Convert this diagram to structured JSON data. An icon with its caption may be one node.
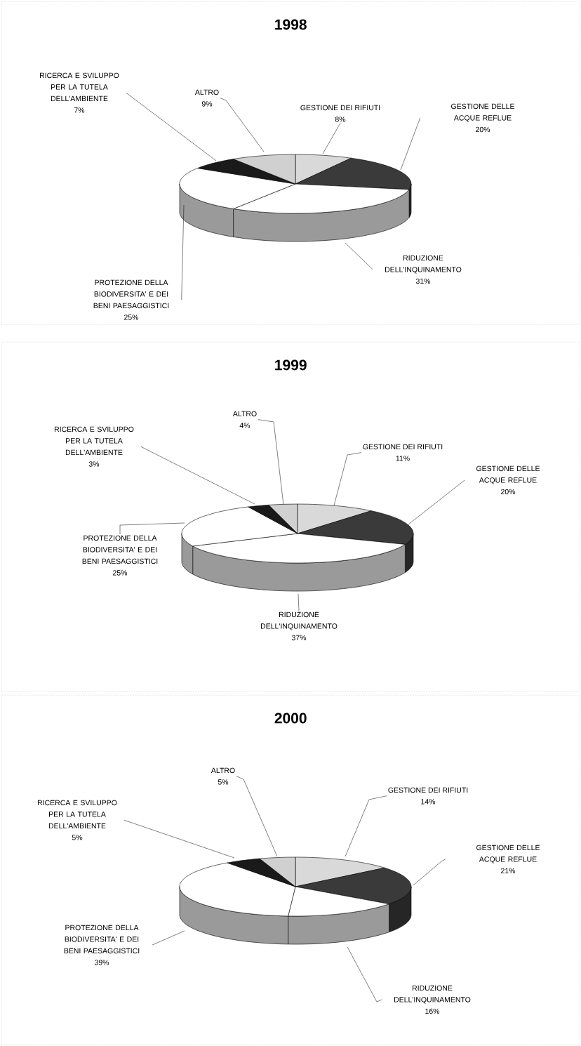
{
  "diagram": {
    "nodes": [
      {
        "text": [
          "1998"
        ]
      },
      {
        "text": [
          "RICERCA E SVILUPPO PER LA TUTELA DELL'AMBIENTE",
          "7%"
        ],
        "in": 0
      },
      {
        "text": [
          "ALTRO",
          "9%"
        ],
        "in": 0
      },
      {
        "text": [
          "GESTIONE DEI RIFIUTI",
          "8%"
        ],
        "in": 0
      },
      {
        "text": [
          "GESTIONE DELLE ACQUE REFLUE",
          "20%"
        ],
        "in": 0
      },
      {
        "text": [
          "RIDUZIONE DELL'INQUINAMENTO",
          "31%"
        ],
        "in": 0
      },
      {
        "text": [
          "PROTEZIONE DELLA BIODIVERSITA' E DEI BENI PAESAGGISTICI",
          "25%"
        ],
        "in": 0
      },
      {
        "text": [
          "1999"
        ]
      },
      {
        "text": [
          "ALTRO",
          "4%"
        ],
        "in": 7
      },
      {
        "text": [
          "RICERCA E SVILUPPO PER LA TUTELA DELL'AMBIENTE",
          "3%"
        ],
        "in": 7
      },
      {
        "text": [
          "GESTIONE DEI RIFIUTI",
          "11%"
        ],
        "in": 7
      },
      {
        "text": [
          "GESTIONE DELLE ACQUE REFLUE",
          "20%"
        ],
        "in": 7
      },
      {
        "text": [
          "PROTEZIONE DELLA BIODIVERSITA' E DEI BENI PAESAGGISTICI",
          "25%"
        ],
        "in": 7
      },
      {
        "text": [
          "RIDUZIONE DELL'INQUINAMENTO",
          "37%"
        ],
        "in": 7
      },
      {
        "text": [
          "2000"
        ]
      },
      {
        "text": [
          "ALTRO",
          "5%"
        ],
        "in": 14
      },
      {
        "text": [
          "GESTIONE DEI RIFIUTI",
          "14%"
        ],
        "in": 14
      },
      {
        "text": [
          "RICERCA E SVILUPPO PER LA TUTELA DELL'AMBIENTE",
          "5%"
        ],
        "in": 14
      },
      {
        "text": [
          "GESTIONE DELLE ACQUE REFLUE",
          "21%"
        ],
        "in": 14
      },
      {
        "text": [
          "PROTEZIONE DELLA BIODIVERSITA' E DEI BENI PAESAGGISTICI",
          "39%"
        ],
        "in": 14
      },
      {
        "text": [
          "RIDUZIONE DELL'INQUINAMENTO",
          "16%"
        ],
        "in": 14
      },
      {
        "text": [],
        "shape": "pie",
        "in": 0
      },
      {
        "text": [],
        "shape": "pie",
        "in": 7
      },
      {
        "text": [],
        "shape": "pie",
        "in": 14
      }
    ],
    "edges": [
      {
        "from": 1,
        "to": 21,
        "arrow": "none"
      },
      {
        "from": 2,
        "to": 21,
        "arrow": "none"
      },
      {
        "from": 3,
        "to": 21,
        "arrow": "none"
      },
      {
        "from": 4,
        "to": 21,
        "arrow": "none"
      },
      {
        "from": 5,
        "to": 21,
        "arrow": "none"
      },
      {
        "from": 6,
        "to": 21,
        "arrow": "none"
      },
      {
        "from": 8,
        "to": 22,
        "arrow": "none"
      },
      {
        "from": 9,
        "to": 22,
        "arrow": "none"
      },
      {
        "from": 10,
        "to": 22,
        "arrow": "none"
      },
      {
        "from": 11,
        "to": 22,
        "arrow": "none"
      },
      {
        "from": 12,
        "to": 22,
        "arrow": "none"
      },
      {
        "from": 13,
        "to": 22,
        "arrow": "none"
      },
      {
        "from": 15,
        "to": 23,
        "arrow": "none"
      },
      {
        "from": 16,
        "to": 23,
        "arrow": "none"
      },
      {
        "from": 17,
        "to": 23,
        "arrow": "none"
      },
      {
        "from": 18,
        "to": 23,
        "arrow": "none"
      },
      {
        "from": 19,
        "to": 23,
        "arrow": "none"
      },
      {
        "from": 20,
        "to": 23,
        "arrow": "none"
      }
    ]
  }
}
